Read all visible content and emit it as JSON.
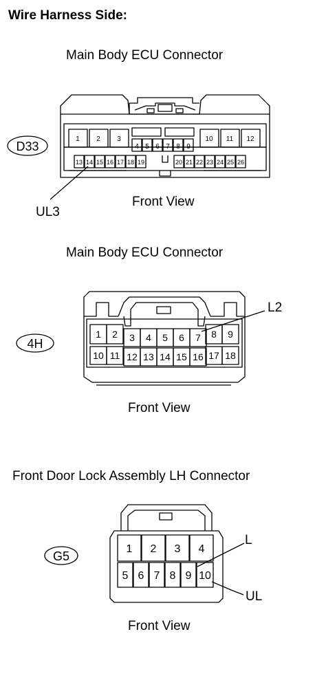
{
  "page": {
    "heading": "Wire Harness Side:"
  },
  "connectors": [
    {
      "title": "Main Body ECU Connector",
      "code": "D33",
      "view": "Front View",
      "row1_pins": [
        "1",
        "2",
        "3",
        "4",
        "5",
        "6",
        "7",
        "8",
        "9",
        "10",
        "11",
        "12"
      ],
      "row2_pins": [
        "13",
        "14",
        "15",
        "16",
        "17",
        "18",
        "19",
        "20",
        "21",
        "22",
        "23",
        "24",
        "25",
        "26"
      ],
      "callouts": [
        {
          "label": "UL3",
          "pin": "14"
        }
      ]
    },
    {
      "title": "Main Body ECU Connector",
      "code": "4H",
      "view": "Front View",
      "row1_pins": [
        "1",
        "2",
        "3",
        "4",
        "5",
        "6",
        "7",
        "8",
        "9"
      ],
      "row2_pins": [
        "10",
        "11",
        "12",
        "13",
        "14",
        "15",
        "16",
        "17",
        "18"
      ],
      "callouts": [
        {
          "label": "L2",
          "pin": "7"
        }
      ]
    },
    {
      "title": "Front Door Lock Assembly LH Connector",
      "code": "G5",
      "view": "Front View",
      "row1_pins": [
        "1",
        "2",
        "3",
        "4"
      ],
      "row2_pins": [
        "5",
        "6",
        "7",
        "8",
        "9",
        "10"
      ],
      "callouts": [
        {
          "label": "L",
          "pin": "9"
        },
        {
          "label": "UL",
          "pin": "10"
        }
      ]
    }
  ]
}
